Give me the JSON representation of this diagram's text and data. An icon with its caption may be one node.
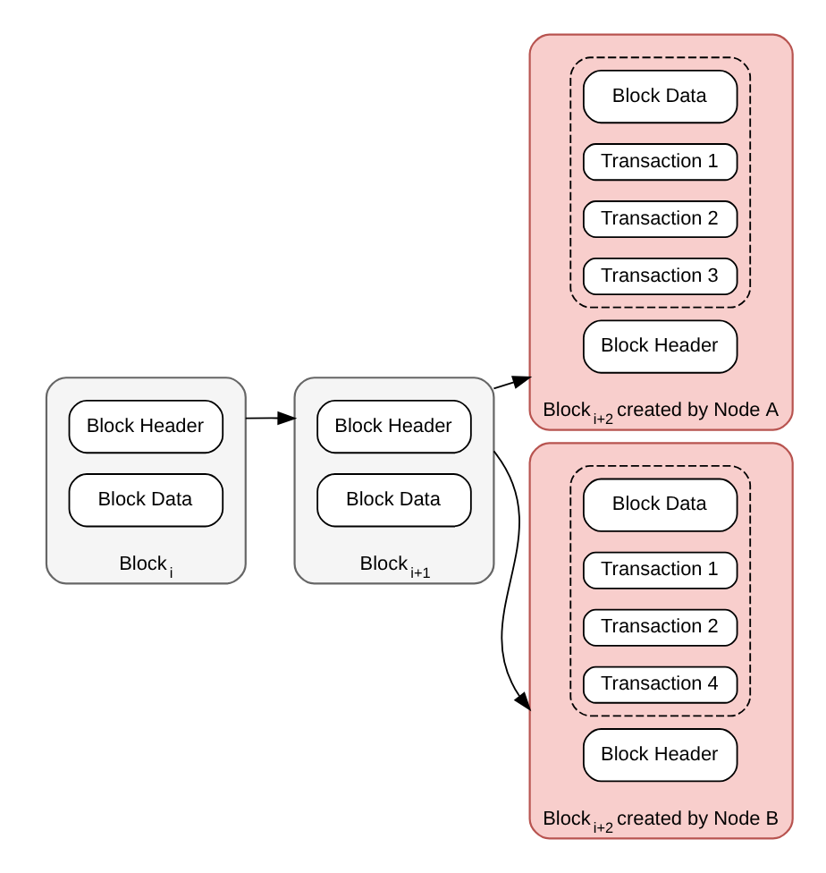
{
  "diagram": {
    "nodes": [
      {
        "text": [
          "Block$_{i}$"
        ]
      },
      {
        "text": [
          "Block Header"
        ],
        "in": 0
      },
      {
        "text": [
          "Block Data"
        ],
        "in": 0
      },
      {
        "text": [
          "Block$_{i+1}$"
        ]
      },
      {
        "text": [
          "Block Header"
        ],
        "in": 3
      },
      {
        "text": [
          "Block Data"
        ],
        "in": 3
      },
      {
        "text": [
          "Block$_{i+2}$ created by Node A"
        ]
      },
      {
        "text": [
          "Block Header"
        ],
        "in": 6
      },
      {
        "text": [],
        "shape": "box",
        "in": 6
      },
      {
        "text": [
          "Block Data"
        ],
        "in": 8
      },
      {
        "text": [
          "Transaction 1"
        ],
        "in": 8
      },
      {
        "text": [
          "Transaction 2"
        ],
        "in": 8
      },
      {
        "text": [
          "Transaction 3"
        ],
        "in": 8
      },
      {
        "text": [
          "Block$_{i+2}$ created by Node B"
        ]
      },
      {
        "text": [
          "Block Header"
        ],
        "in": 13
      },
      {
        "text": [],
        "shape": "box",
        "in": 13
      },
      {
        "text": [
          "Block Data"
        ],
        "in": 15
      },
      {
        "text": [
          "Transaction 1"
        ],
        "in": 15
      },
      {
        "text": [
          "Transaction 2"
        ],
        "in": 15
      },
      {
        "text": [
          "Transaction 4"
        ],
        "in": 15
      }
    ],
    "edges": [
      {
        "from": 0,
        "to": 3,
        "arrow": "to"
      },
      {
        "from": 3,
        "to": 6,
        "arrow": "to"
      },
      {
        "from": 3,
        "to": 13,
        "arrow": "to"
      }
    ]
  }
}
